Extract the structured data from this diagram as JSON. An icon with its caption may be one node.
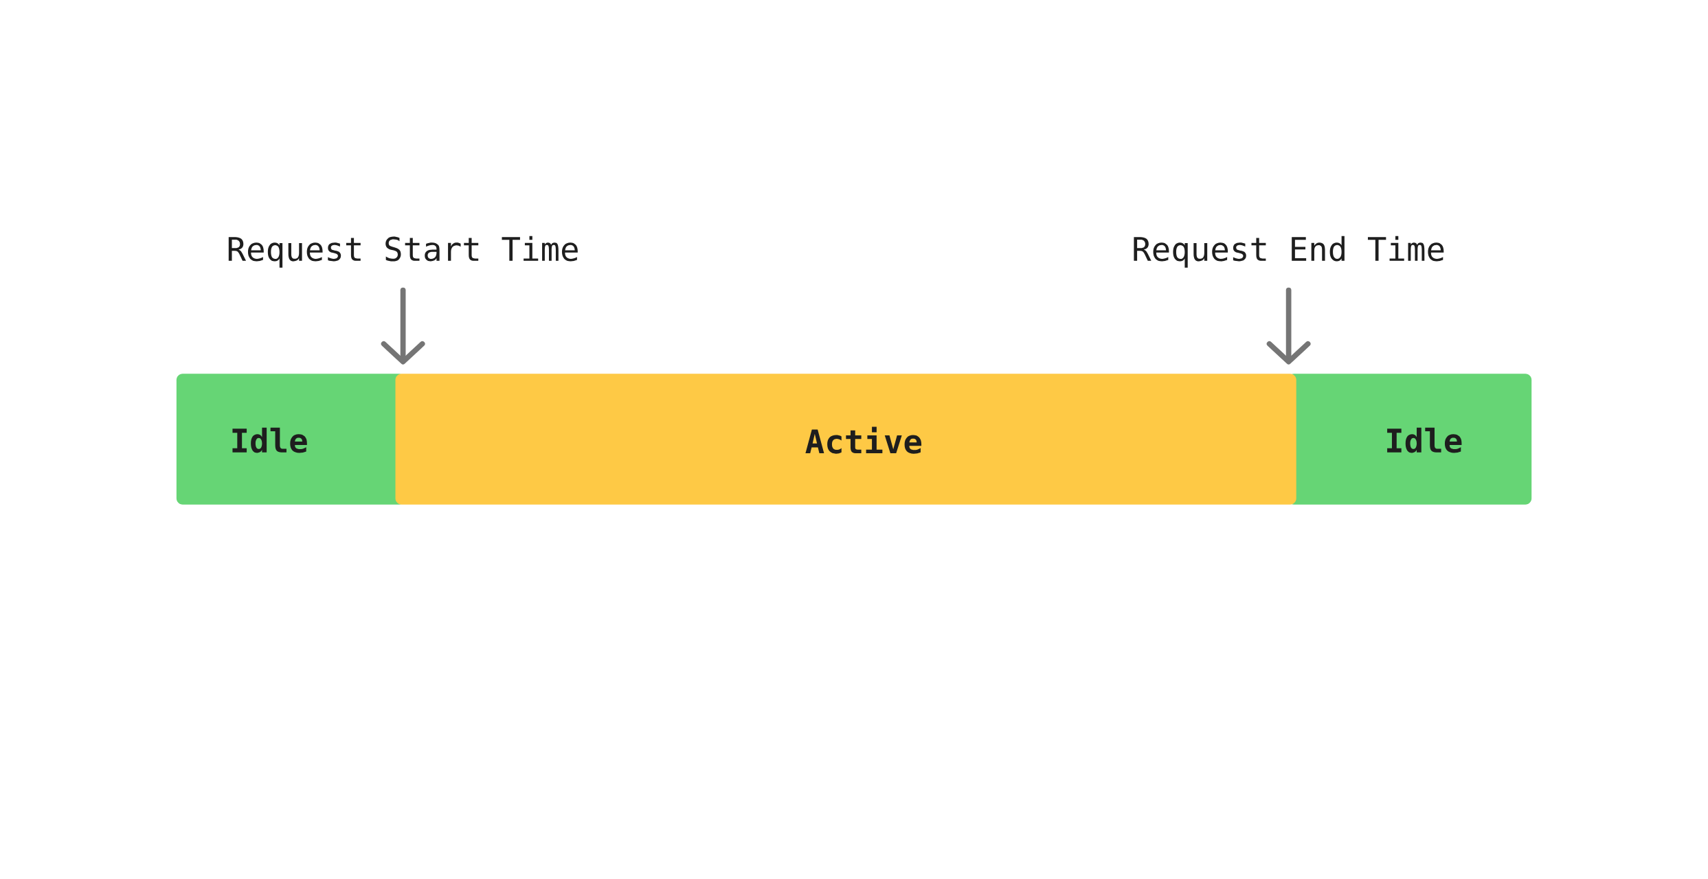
{
  "diagram": {
    "nodes": [
      {
        "text": [
          "Request Start Time"
        ]
      },
      {
        "text": [
          "Request End Time"
        ]
      },
      {
        "text": [
          "Idle"
        ]
      },
      {
        "text": [
          "Active"
        ]
      },
      {
        "text": [
          "Idle"
        ]
      }
    ],
    "edges": [
      {
        "from": 0,
        "to": 3,
        "arrow": "to"
      },
      {
        "from": 1,
        "to": 3,
        "arrow": "to"
      }
    ]
  }
}
